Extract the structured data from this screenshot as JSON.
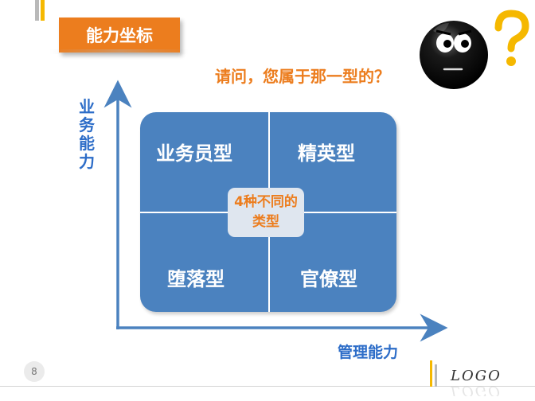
{
  "slide": {
    "title": "能力坐标",
    "question": "请问，您属于那一型的？",
    "y_axis_label": "业务能力",
    "x_axis_label": "管理能力",
    "quadrants": {
      "top_left": "业务员型",
      "top_right": "精英型",
      "bottom_left": "堕落型",
      "bottom_right": "官僚型"
    },
    "center_label": "4种不同的类型",
    "page_number": "8",
    "logo": "LOGO"
  },
  "colors": {
    "accent_orange": "#ec7d1e",
    "grid_blue": "#4b82bf",
    "axis_blue": "#2d6dc8",
    "question_mark_yellow": "#f5b800"
  },
  "icons": {
    "mascot": "thinking-black-face-icon",
    "question_mark": "question-mark-icon"
  }
}
